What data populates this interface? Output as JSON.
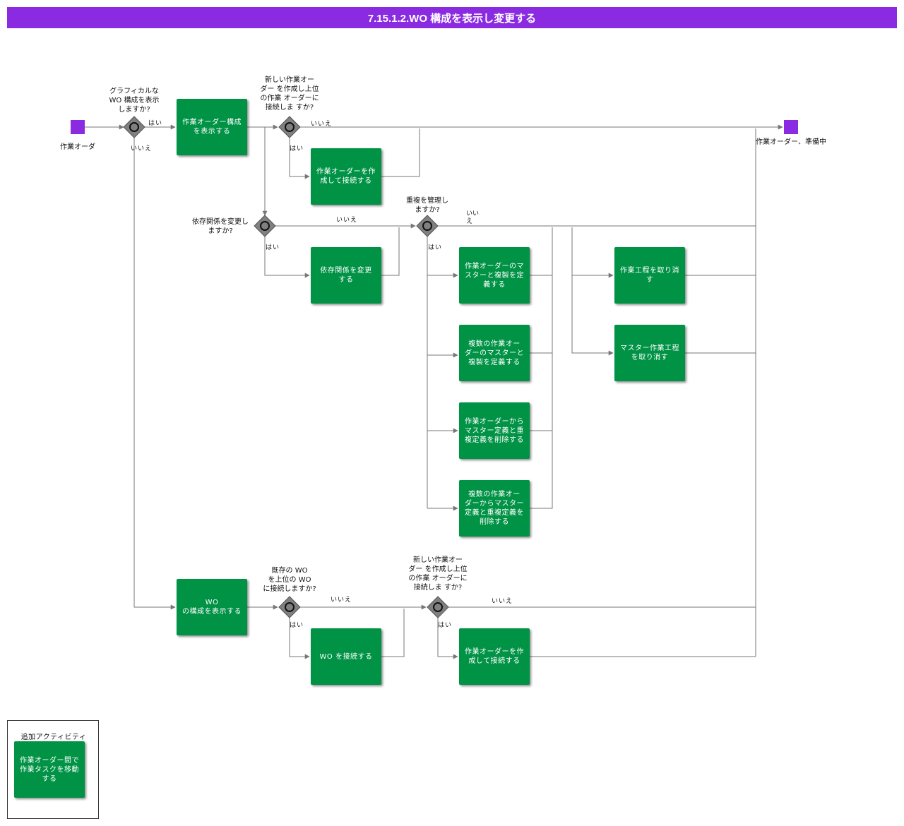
{
  "title": "7.15.1.2.WO 構成を表示し変更する",
  "colors": {
    "title_bg": "#8a2be2",
    "event": "#8a2be2",
    "task": "#009245",
    "gateway": "#808080",
    "line": "#777777"
  },
  "events": {
    "start": "作業オーダ",
    "end": "作業オーダー、準備中"
  },
  "gateways": {
    "g1": "グラフィカルな\nWO 構成を表示\nしますか?",
    "g2": "新しい作業オー\nダー を作成し上位\nの作業 オーダーに\n接続しま すか?",
    "g3": "依存関係を変更し\nますか?",
    "g4": "重複を管理し\nますか?",
    "g5": "既存の WO\nを上位の WO\nに接続しますか?",
    "g6": "新しい作業オー\nダー を作成し上位\nの作業 オーダーに\n接続しま すか?"
  },
  "tasks": {
    "t1": "作業オーダー構成\nを表示する",
    "t2": "作業オーダーを作\n成して接続する",
    "t3": "依存関係を変更\nする",
    "t4": "作業オーダーのマ\nスターと複製を定\n義する",
    "t5": "複数の作業オー\nダーのマスターと\n複製を定義する",
    "t6": "作業オーダーから\nマスター定義と重\n複定義を削除する",
    "t7": "複数の作業オー\nダーからマスター\n定義と重複定義を\n削除する",
    "t8": "作業工程を取り消す",
    "t9": "マスター作業工程\nを取り消す",
    "t10": "WO\nの構成を表示する",
    "t11": "WO を接続する",
    "t12": "作業オーダーを作\n成して接続する"
  },
  "flow_labels": {
    "yes": "はい",
    "no": "いいえ",
    "no_split": "いい\nえ"
  },
  "legend": {
    "title": "追加アクティビティ",
    "task": "作業オーダー間で\n作業タスクを移動\nする"
  }
}
